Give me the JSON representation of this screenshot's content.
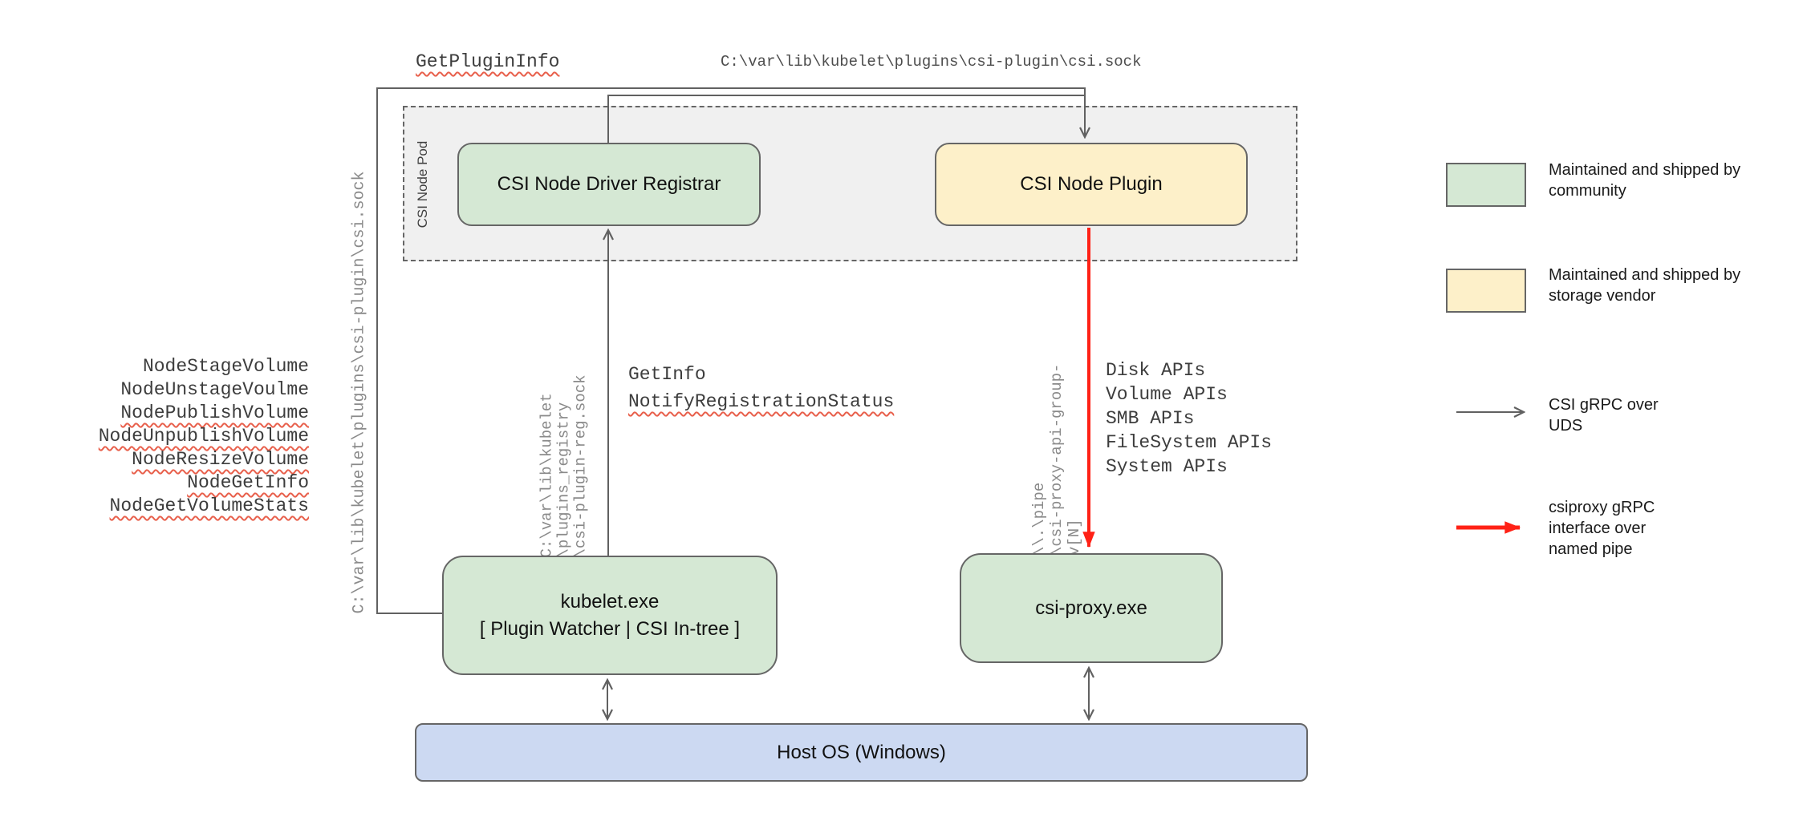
{
  "diagram": {
    "pod_label": "CSI Node Pod",
    "nodes": {
      "registrar": "CSI Node Driver Registrar",
      "plugin": "CSI Node Plugin",
      "kubelet_line1": "kubelet.exe",
      "kubelet_line2": "[ Plugin Watcher | CSI In-tree ]",
      "csi_proxy": "csi-proxy.exe",
      "host_os": "Host OS (Windows)"
    },
    "labels": {
      "get_plugin_info": "GetPluginInfo",
      "top_socket_path": "C:\\var\\lib\\kubelet\\plugins\\csi-plugin\\csi.sock",
      "left_socket_path": "C:\\var\\lib\\kubelet\\plugins\\csi-plugin\\csi.sock",
      "registry_path": [
        "C:\\var\\lib\\kubelet",
        "\\plugins_registry",
        "\\csi-plugin-reg.sock"
      ],
      "get_info": "GetInfo",
      "notify_registration_status": "NotifyRegistrationStatus",
      "pipe_path": [
        "\\\\.\\pipe",
        "\\csi-proxy-api-group-v[N]"
      ]
    },
    "node_calls": [
      "NodeStageVolume",
      "NodeUnstageVoulme",
      "NodePublishVolume",
      "NodeUnpublishVolume",
      "NodeResizeVolume",
      "NodeGetInfo",
      "NodeGetVolumeStats"
    ],
    "api_calls": [
      "Disk APIs",
      "Volume APIs",
      "SMB APIs",
      "FileSystem APIs",
      "System APIs"
    ]
  },
  "legend": {
    "community": "Maintained and shipped by community",
    "vendor": "Maintained and shipped by storage vendor",
    "uds": "CSI gRPC over UDS",
    "named_pipe": "csiproxy gRPC interface over named pipe"
  },
  "colors": {
    "community_fill": "#d5e8d4",
    "vendor_fill": "#fdf0c9",
    "host_fill": "#ccd9f2",
    "pod_fill": "#f0f0f0",
    "line_gray": "#616161",
    "pipe_red": "#ff2116",
    "squiggle": "#e8604c"
  }
}
